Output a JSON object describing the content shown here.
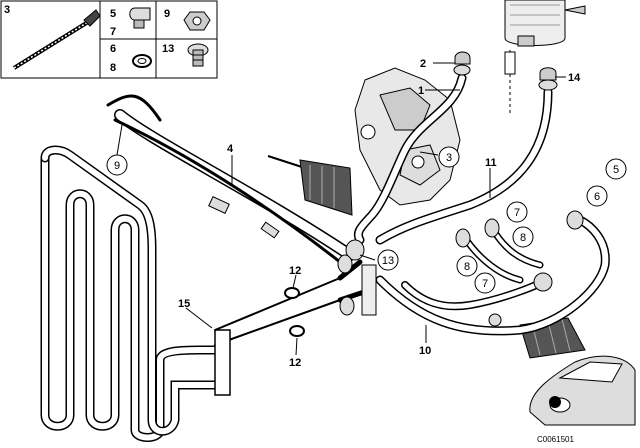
{
  "inset": {
    "part_numbers": [
      "3",
      "5",
      "7",
      "9",
      "6",
      "13",
      "8"
    ]
  },
  "callouts": {
    "plain": [
      "2",
      "1",
      "14",
      "4",
      "11",
      "12",
      "15",
      "12",
      "10"
    ],
    "circled": [
      "9",
      "3",
      "5",
      "6",
      "7",
      "8",
      "13",
      "8",
      "7"
    ]
  },
  "diagram_code": "C0061501"
}
